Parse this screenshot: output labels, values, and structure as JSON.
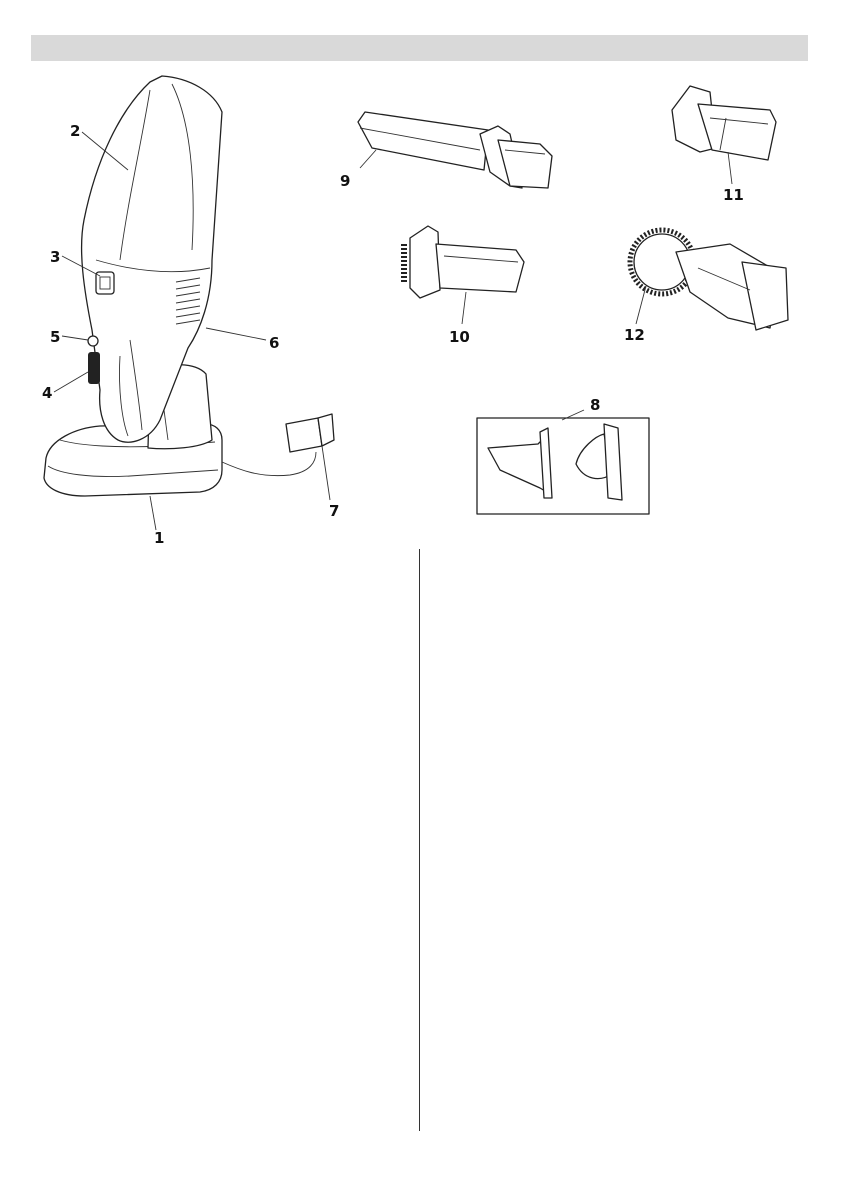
{
  "header": {
    "title": ""
  },
  "callouts": {
    "c1": "1",
    "c2": "2",
    "c3": "3",
    "c4": "4",
    "c5": "5",
    "c6": "6",
    "c7": "7",
    "c8": "8",
    "c9": "9",
    "c10": "10",
    "c11": "11",
    "c12": "12"
  },
  "colors": {
    "header_bar": "#d9d9d9",
    "line_art": "#222222"
  }
}
